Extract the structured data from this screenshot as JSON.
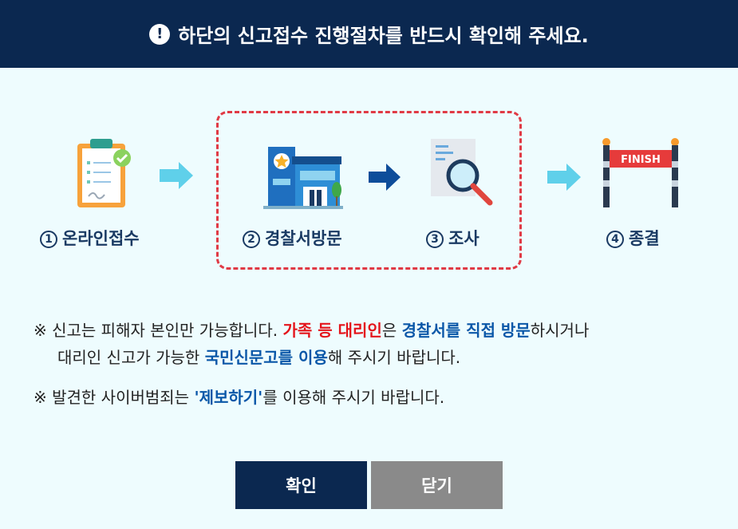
{
  "header": {
    "icon": "exclamation-circle-icon",
    "title": "하단의 신고접수 진행절차를 반드시 확인해 주세요."
  },
  "steps": [
    {
      "num": "1",
      "label": "온라인접수",
      "icon": "clipboard-check-icon"
    },
    {
      "num": "2",
      "label": "경찰서방문",
      "icon": "police-station-icon"
    },
    {
      "num": "3",
      "label": "조사",
      "icon": "magnifier-document-icon"
    },
    {
      "num": "4",
      "label": "종결",
      "icon": "finish-line-icon"
    }
  ],
  "finish_banner": "FINISH",
  "notes": {
    "line1": {
      "mark": "※",
      "t1": " 신고는 피해자 본인만 가능합니다. ",
      "red": "가족 등 대리인",
      "t2": "은 ",
      "blue1": "경찰서를 직접 방문",
      "t3": "하시거나"
    },
    "line2": {
      "t1": "대리인 신고가 가능한 ",
      "blue": "국민신문고를 이용",
      "t2": "해 주시기 바랍니다."
    },
    "line3": {
      "mark": "※",
      "t1": " 발견한 사이버범죄는 ",
      "blue": "'제보하기'",
      "t2": "를 이용해 주시기 바랍니다."
    }
  },
  "buttons": {
    "confirm": "확인",
    "close": "닫기"
  },
  "colors": {
    "header_bg": "#0b2850",
    "page_bg": "#eefcfe",
    "highlight_red": "#e4141b",
    "highlight_blue": "#0a57a8",
    "dashed_border": "#e03a45",
    "close_button": "#8a8a8a"
  }
}
